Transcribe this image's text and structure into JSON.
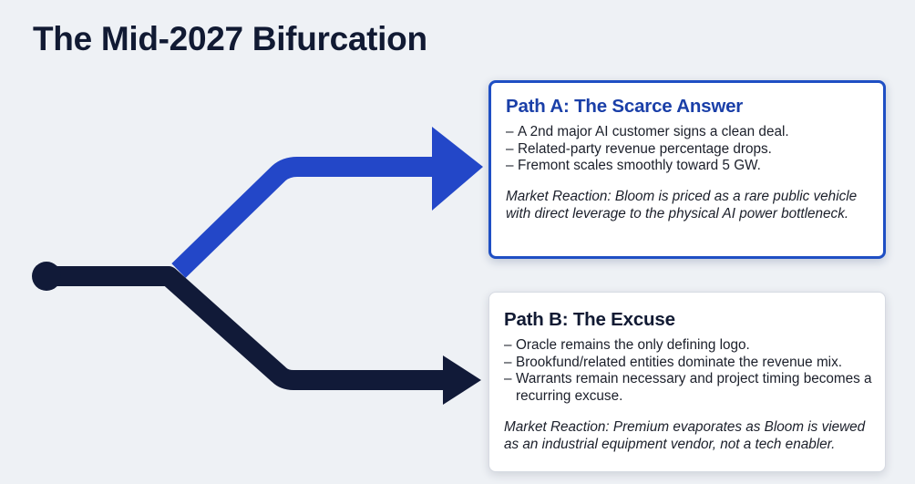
{
  "title": "The Mid-2027 Bifurcation",
  "colors": {
    "background": "#eef1f5",
    "path_a": "#2347c8",
    "path_b": "#111a38",
    "title_a": "#1a3fa8",
    "title_b": "#111a33"
  },
  "path_a": {
    "heading": "Path A: The Scarce Answer",
    "bullets": [
      "A 2nd major AI customer signs a clean deal.",
      "Related-party revenue percentage drops.",
      "Fremont scales smoothly toward 5 GW."
    ],
    "reaction": "Market Reaction: Bloom is priced as a rare public vehicle with direct leverage to the physical AI power bottleneck."
  },
  "path_b": {
    "heading": "Path B: The Excuse",
    "bullets": [
      "Oracle remains the only defining logo.",
      "Brookfund/related entities dominate the revenue mix.",
      "Warrants remain necessary and project timing becomes a recurring excuse."
    ],
    "reaction": "Market Reaction: Premium evaporates as Bloom is viewed as an industrial equipment vendor, not a tech enabler."
  }
}
